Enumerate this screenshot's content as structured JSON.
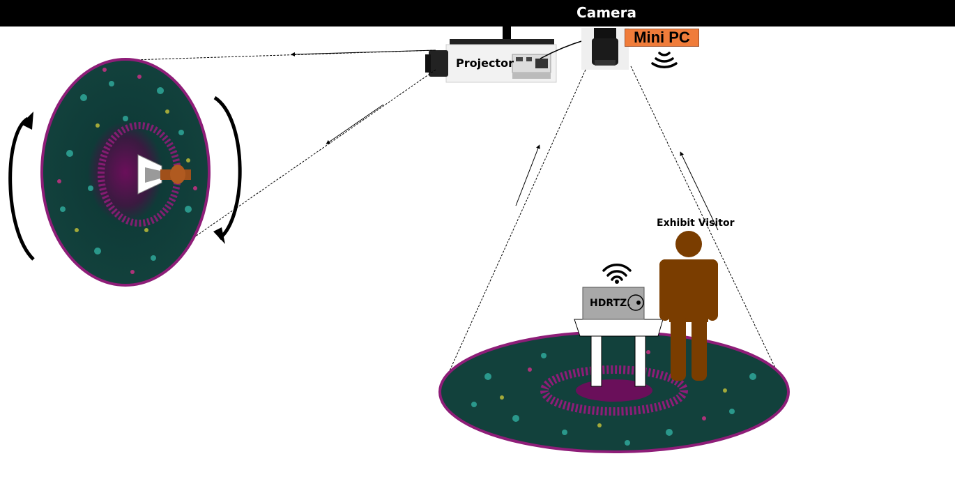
{
  "header": {
    "title": "Camera"
  },
  "labels": {
    "projector": "Projector",
    "mini_pc": "Mini PC",
    "exhibit_visitor": "Exhibit Visitor",
    "hdrtz": "HDRTZ."
  },
  "colors": {
    "header_bg": "#000000",
    "mini_pc_bg": "#f07c3a",
    "visitor_color": "#7a3d00",
    "disc_dark": "#0f3b38",
    "disc_rim": "#8e1d78",
    "device_gray": "#a8a8a8"
  },
  "icons": {
    "wireless_camera": "wifi-signal-icon",
    "wireless_device": "wifi-icon",
    "rotation": "rotate-arrows-icon"
  }
}
